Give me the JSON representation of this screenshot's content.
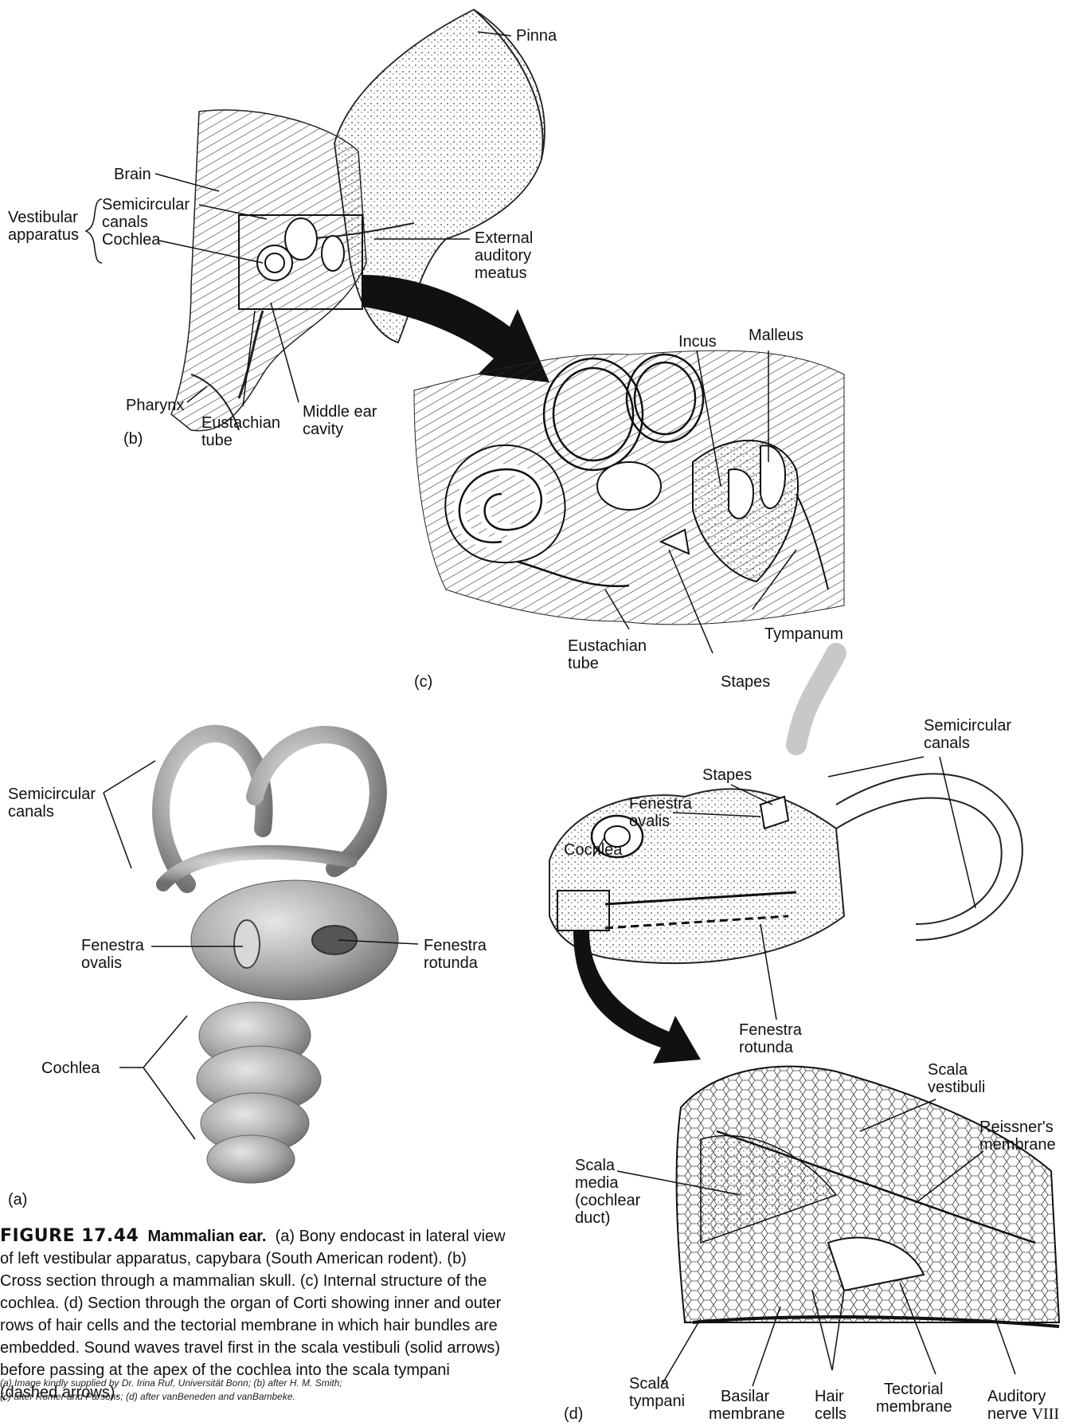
{
  "figure": {
    "number": "FIGURE 17.44",
    "title": "Mammalian ear.",
    "caption": "(a) Bony endocast in lateral view of left vestibular apparatus, capybara (South American rodent). (b) Cross section through a mammalian skull. (c) Internal structure of the cochlea. (d) Section through the organ of Corti showing inner and outer rows of hair cells and the tectorial membrane in which hair bundles are embedded. Sound waves travel first in the scala vestibuli (solid arrows) before passing at the apex of the cochlea into the scala tympani (dashed arrows).",
    "credits_line1": "(a) Image kindly supplied by Dr. Irina Ruf, Universität Bonn; (b) after H. M. Smith;",
    "credits_line2": "(c) after Romer and Parsons; (d) after vanBeneden and vanBambeke."
  },
  "panel_b": {
    "letter": "(b)",
    "labels": {
      "pinna": "Pinna",
      "brain": "Brain",
      "vestibular_1": "Vestibular",
      "vestibular_2": "apparatus",
      "semicircular_1": "Semicircular",
      "semicircular_2": "canals",
      "cochlea": "Cochlea",
      "external_1": "External",
      "external_2": "auditory",
      "external_3": "meatus",
      "pharynx": "Pharynx",
      "eustachian_1": "Eustachian",
      "eustachian_2": "tube",
      "middle_1": "Middle ear",
      "middle_2": "cavity"
    }
  },
  "panel_c": {
    "letter": "(c)",
    "labels": {
      "incus": "Incus",
      "malleus": "Malleus",
      "tympanum": "Tympanum",
      "eustachian_1": "Eustachian",
      "eustachian_2": "tube",
      "stapes": "Stapes"
    }
  },
  "panel_a": {
    "letter": "(a)",
    "labels": {
      "semicircular_1": "Semicircular",
      "semicircular_2": "canals",
      "fen_ovalis_1": "Fenestra",
      "fen_ovalis_2": "ovalis",
      "fen_rotunda_1": "Fenestra",
      "fen_rotunda_2": "rotunda",
      "cochlea": "Cochlea"
    }
  },
  "panel_d": {
    "letter": "(d)",
    "labels": {
      "semicircular_1": "Semicircular",
      "semicircular_2": "canals",
      "stapes": "Stapes",
      "fen_ovalis_1": "Fenestra",
      "fen_ovalis_2": "ovalis",
      "cochlea": "Cochlea",
      "fen_rotunda_1": "Fenestra",
      "fen_rotunda_2": "rotunda",
      "scala_vest_1": "Scala",
      "scala_vest_2": "vestibuli",
      "reissner_1": "Reissner's",
      "reissner_2": "membrane",
      "scala_media_1": "Scala",
      "scala_media_2": "media",
      "scala_media_3": "(cochlear",
      "scala_media_4": "duct)",
      "scala_tymp_1": "Scala",
      "scala_tymp_2": "tympani",
      "basilar_1": "Basilar",
      "basilar_2": "membrane",
      "hair_1": "Hair",
      "hair_2": "cells",
      "tectorial_1": "Tectorial",
      "tectorial_2": "membrane",
      "auditory_1": "Auditory",
      "auditory_2": "nerve",
      "auditory_3": "VIII"
    }
  }
}
